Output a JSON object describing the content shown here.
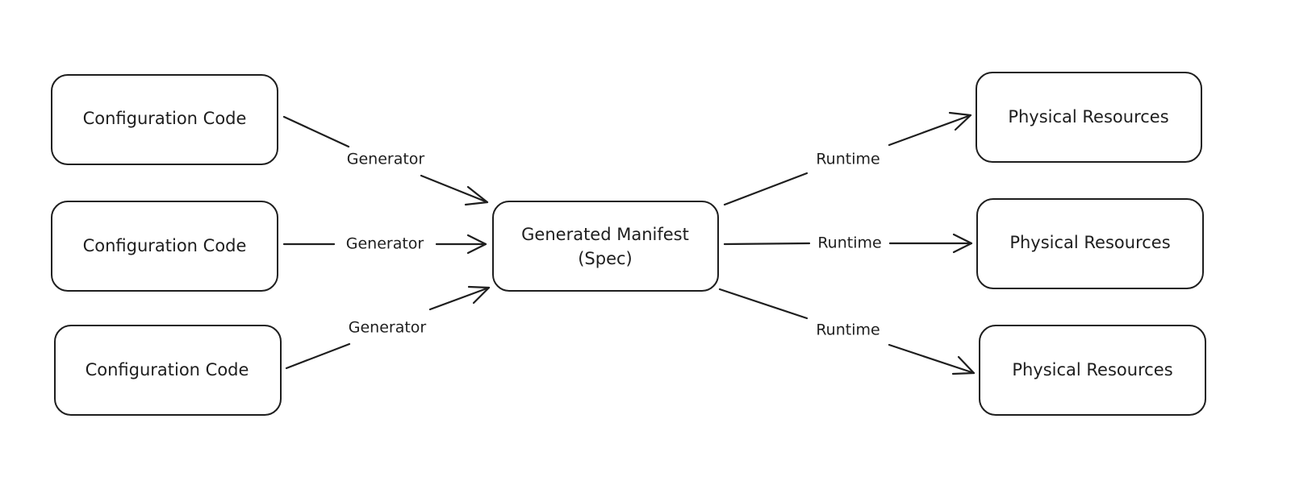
{
  "nodes": {
    "config_1": {
      "label": "Configuration Code"
    },
    "config_2": {
      "label": "Configuration Code"
    },
    "config_3": {
      "label": "Configuration Code"
    },
    "manifest": {
      "label_line_1": "Generated Manifest",
      "label_line_2": "(Spec)"
    },
    "resource_1": {
      "label": "Physical Resources"
    },
    "resource_2": {
      "label": "Physical Resources"
    },
    "resource_3": {
      "label": "Physical Resources"
    }
  },
  "edges": {
    "generator_1": {
      "label": "Generator",
      "from": "config_1",
      "to": "manifest"
    },
    "generator_2": {
      "label": "Generator",
      "from": "config_2",
      "to": "manifest"
    },
    "generator_3": {
      "label": "Generator",
      "from": "config_3",
      "to": "manifest"
    },
    "runtime_1": {
      "label": "Runtime",
      "from": "manifest",
      "to": "resource_1"
    },
    "runtime_2": {
      "label": "Runtime",
      "from": "manifest",
      "to": "resource_2"
    },
    "runtime_3": {
      "label": "Runtime",
      "from": "manifest",
      "to": "resource_3"
    }
  }
}
